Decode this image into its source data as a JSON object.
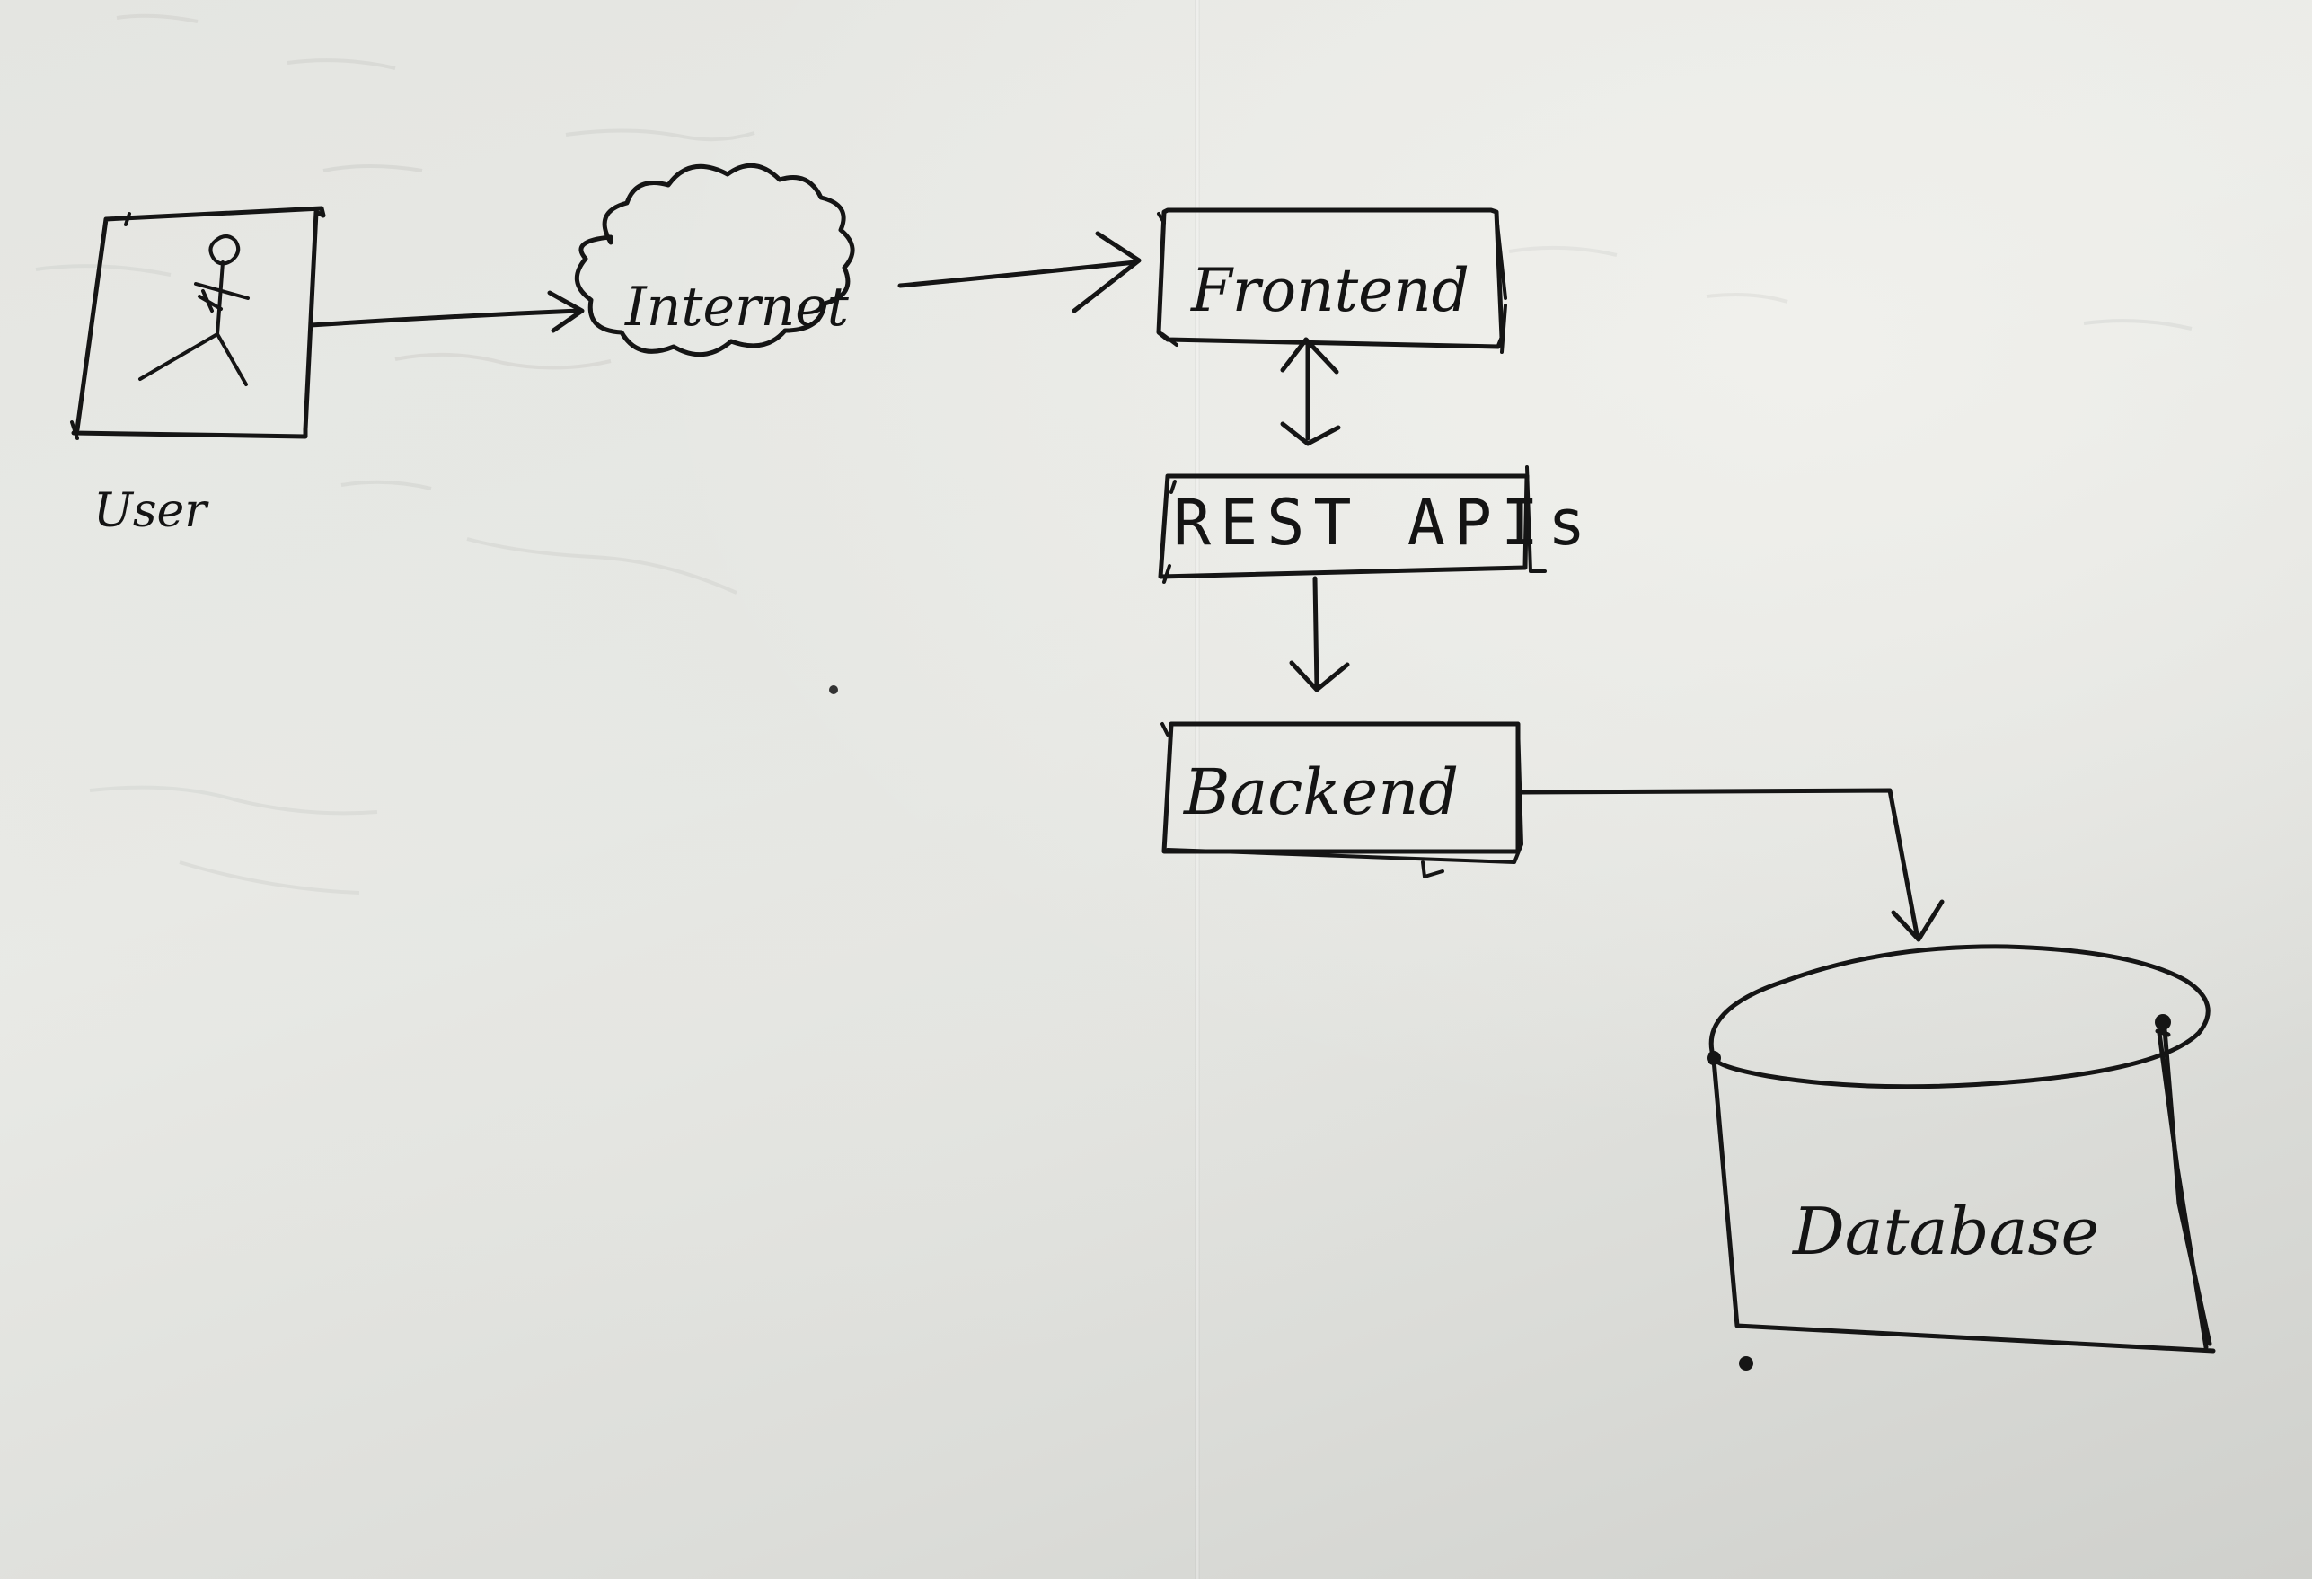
{
  "diagram": {
    "nodes": {
      "user": {
        "label": "User",
        "shape": "box-with-stick-figure"
      },
      "internet": {
        "label": "Internet",
        "shape": "cloud"
      },
      "frontend": {
        "label": "Frontend",
        "shape": "box"
      },
      "rest_apis": {
        "label": "REST APIs",
        "shape": "box"
      },
      "backend": {
        "label": "Backend",
        "shape": "box"
      },
      "database": {
        "label": "Database",
        "shape": "cylinder"
      }
    },
    "edges": [
      {
        "from": "user",
        "to": "internet",
        "direction": "forward"
      },
      {
        "from": "internet",
        "to": "frontend",
        "direction": "forward"
      },
      {
        "from": "frontend",
        "to": "rest_apis",
        "direction": "bidirectional"
      },
      {
        "from": "rest_apis",
        "to": "backend",
        "direction": "forward"
      },
      {
        "from": "backend",
        "to": "database",
        "direction": "forward"
      }
    ],
    "style": {
      "ink": "#151515",
      "paper": "#e6e7e3"
    }
  }
}
